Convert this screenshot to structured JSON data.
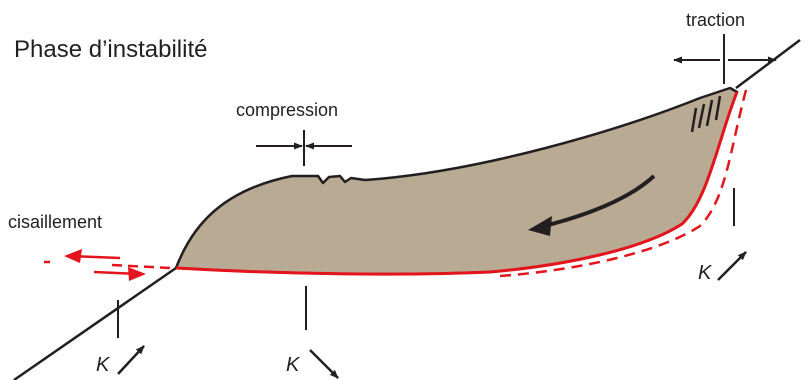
{
  "title": "Phase d’instabilité",
  "labels": {
    "traction": "traction",
    "compression": "compression",
    "cisaillement": "cisaillement",
    "k": "K"
  },
  "colors": {
    "mass_fill": "#b8aa93",
    "outline": "#231f20",
    "failure_surface": "#e3141b",
    "background": "#ffffff"
  }
}
